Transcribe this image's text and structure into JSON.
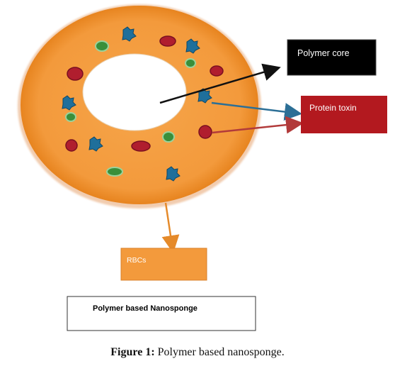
{
  "labels": {
    "polymer_core": "Polymer core",
    "protein_toxin": "Protein toxin",
    "rbcs": "RBCs",
    "title_box": "Polymer based Nanosponge"
  },
  "caption": {
    "prefix": "Figure 1:",
    "text": "Polymer based nanosponge."
  },
  "colors": {
    "sponge": "#f39a3c",
    "sponge_edge": "#e07f1f",
    "rbc": "#b01e2e",
    "toxin": "#1f6f9b",
    "green_particle": "#3a8f3a",
    "core_box": "#000000",
    "toxin_box": "#b3191f",
    "rbc_box": "#f39a3c"
  },
  "icons": {
    "rbc_particle": "red-blood-cell-icon",
    "toxin_particle": "protein-toxin-icon",
    "green_particle": "nanoparticle-icon"
  }
}
